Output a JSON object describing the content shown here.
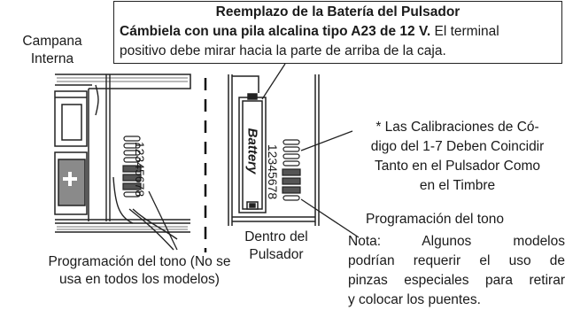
{
  "callout": {
    "title": "Reemplazo de la Batería del Pulsador",
    "line1_bold": "Cámbiela con una pila alcalina tipo A23 de 12 V.",
    "line1_rest": " El terminal",
    "line2": "positivo debe mirar hacia la parte de arriba de la caja."
  },
  "labels": {
    "campana": [
      "Campana",
      "Interna"
    ],
    "dentro": [
      "Dentro del",
      "Pulsador"
    ],
    "prog_left": [
      "Programación del tono (No se",
      "usa en todos los modelos)"
    ],
    "calibration_note": [
      "* Las Calibraciones de Có-",
      "digo del 1-7 Deben Coincidir",
      "Tanto en el Pulsador Como",
      "en el Timbre"
    ],
    "prog_tone": "Programación del tono",
    "nota": [
      "Nota: Algunos modelos",
      "podrían requerir el uso de",
      "pinzas especiales para retirar",
      "y colocar los puentes."
    ]
  },
  "diagram": {
    "switch_numbers_left": "12345678",
    "switch_numbers_right": "12345678",
    "battery_label": "Battery"
  }
}
